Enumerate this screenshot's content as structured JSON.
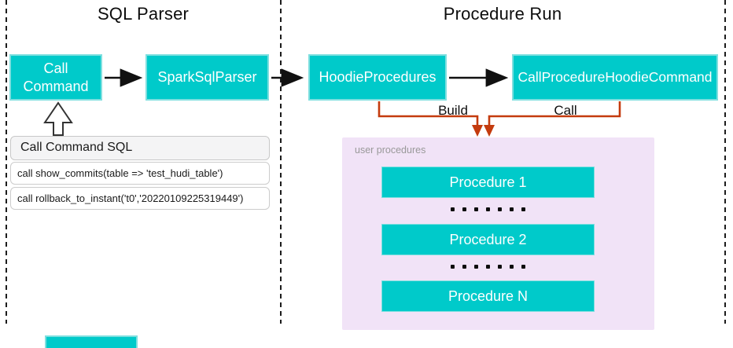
{
  "sections": {
    "sql_parser": {
      "title": "SQL Parser"
    },
    "procedure_run": {
      "title": "Procedure Run"
    }
  },
  "nodes": {
    "call_command": "Call Command",
    "spark_sql_parser": "SparkSqlParser",
    "hoodie_procedures": "HoodieProcedures",
    "call_procedure_hoodie_command": "CallProcedureHoodieCommand"
  },
  "edges": {
    "build_label": "Build",
    "call_label": "Call"
  },
  "sql_panel": {
    "header": "Call Command SQL",
    "rows": [
      "call show_commits(table => 'test_hudi_table')",
      "call rollback_to_instant('t0','20220109225319449')"
    ]
  },
  "user_procedures": {
    "label": "user procedures",
    "items": [
      "Procedure 1",
      "Procedure 2",
      "Procedure N"
    ]
  },
  "colors": {
    "teal": "#00caca",
    "teal_border": "#7fdfdf",
    "orange": "#c43b0e",
    "lavender": "#f1e3f7",
    "gray": "#999999"
  }
}
